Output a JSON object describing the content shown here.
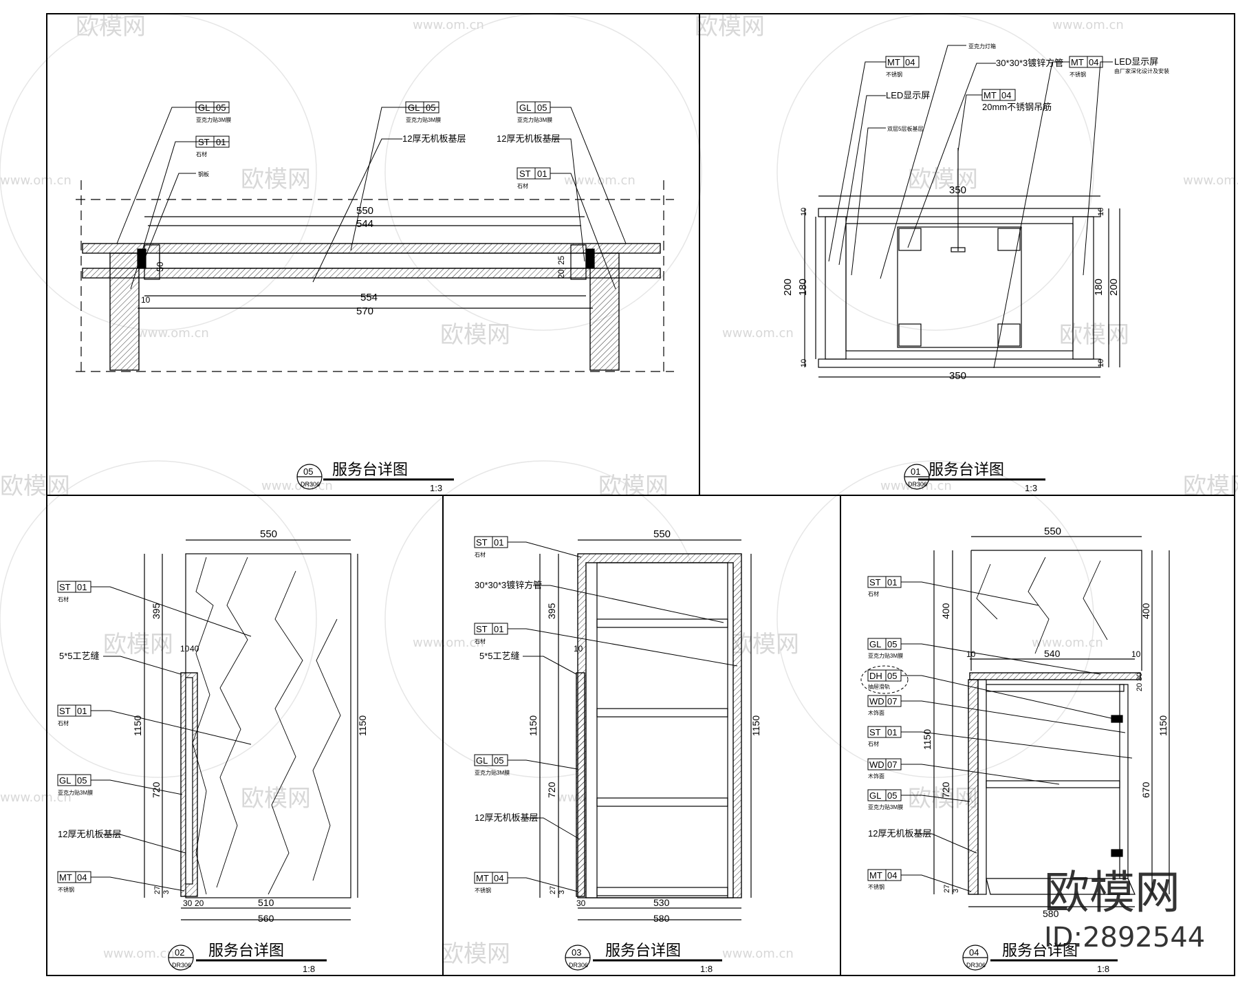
{
  "watermark": {
    "site": "www.om.cn",
    "brand": "欧模网"
  },
  "stamp": {
    "brand": "欧模网",
    "id": "ID:2892544"
  },
  "views": {
    "v05": {
      "title": "服务台详图",
      "num": "05",
      "sheet": "DR306",
      "scale": "1:3",
      "tags": {
        "gl_a": "GL",
        "gl_a2": "05",
        "gl_b": "GL",
        "gl_b2": "05",
        "gl_c": "GL",
        "gl_c2": "05",
        "st_a": "ST",
        "st_a2": "01",
        "st_b": "ST",
        "st_b2": "01"
      },
      "notes": {
        "gl_a": "亚克力贴3M膜",
        "gl_b": "亚克力贴3M膜",
        "gl_c": "亚克力贴3M膜",
        "st_a": "石材",
        "st_b": "石材",
        "steel": "钢板",
        "board_a": "12厚无机板基层",
        "board_b": "12厚无机板基层"
      },
      "dims": {
        "d550": "550",
        "d544": "544",
        "d554": "554",
        "d570": "570",
        "d50": "50",
        "d25": "25",
        "d20": "20",
        "d10": "10"
      }
    },
    "v01": {
      "title": "服务台详图",
      "num": "01",
      "sheet": "DR306",
      "scale": "1:3",
      "tags": {
        "mt_a": "MT",
        "mt_a2": "04",
        "mt_b": "MT",
        "mt_b2": "04",
        "mt_c": "MT",
        "mt_c2": "04"
      },
      "notes": {
        "mt_a": "不锈钢",
        "mt_b": "不锈钢",
        "led_a": "LED显示屏",
        "led_b": "LED显示屏",
        "led_b2": "由厂家深化设计及安装",
        "top": "亚克力灯箱",
        "tube": "30*30*3镀锌方管",
        "sub": "20mm不锈钢吊筋",
        "layer": "双层5层板基层"
      },
      "dims": {
        "w350a": "350",
        "w350b": "350",
        "h200a": "200",
        "h180a": "180",
        "h180b": "180",
        "h200b": "200",
        "h10a": "10",
        "h10b": "10",
        "h10c": "10",
        "h10d": "10"
      }
    },
    "v02": {
      "title": "服务台详图",
      "num": "02",
      "sheet": "DR306",
      "scale": "1:8",
      "tags": {
        "st_a": "ST",
        "st_a2": "01",
        "st_b": "ST",
        "st_b2": "01",
        "gl": "GL",
        "gl2": "05",
        "mt": "MT",
        "mt2": "04"
      },
      "notes": {
        "st_a": "石材",
        "st_b": "石材",
        "gl": "亚克力贴3M膜",
        "groove": "5*5工艺缝",
        "board": "12厚无机板基层",
        "mt": "不锈钢"
      },
      "dims": {
        "w550": "550",
        "h395": "395",
        "h1150a": "1150",
        "h1150b": "1150",
        "h720": "720",
        "w560": "560",
        "w510": "510",
        "w30": "30",
        "w20": "20",
        "w10": "10",
        "w40": "40",
        "h27": "27",
        "h3": "3"
      }
    },
    "v03": {
      "title": "服务台详图",
      "num": "03",
      "sheet": "DR306",
      "scale": "1:8",
      "tags": {
        "st_a": "ST",
        "st_a2": "01",
        "st_b": "ST",
        "st_b2": "01",
        "gl": "GL",
        "gl2": "05",
        "mt": "MT",
        "mt2": "04"
      },
      "notes": {
        "st_a": "石材",
        "st_b": "石材",
        "tube": "30*30*3镀锌方管",
        "groove": "5*5工艺缝",
        "gl": "亚克力贴3M膜",
        "board": "12厚无机板基层",
        "mt": "不锈钢"
      },
      "dims": {
        "w550": "550",
        "h395": "395",
        "h1150a": "1150",
        "h1150b": "1150",
        "h720": "720",
        "w530": "530",
        "w580": "580",
        "w30": "30",
        "w10": "10",
        "h27": "27",
        "h3": "3"
      }
    },
    "v04": {
      "title": "服务台详图",
      "num": "04",
      "sheet": "DR306",
      "scale": "1:8",
      "tags": {
        "st_a": "ST",
        "st_a2": "01",
        "gl_a": "GL",
        "gl_a2": "05",
        "dh": "DH",
        "dh2": "05",
        "wd_a": "WD",
        "wd_a2": "07",
        "st_b": "ST",
        "st_b2": "01",
        "wd_b": "WD",
        "wd_b2": "07",
        "gl_b": "GL",
        "gl_b2": "05",
        "mt": "MT",
        "mt2": "04"
      },
      "notes": {
        "st_a": "石材",
        "gl_a": "亚克力贴3M膜",
        "dh": "抽屉滑轨",
        "wd_a": "木饰面",
        "st_b": "石材",
        "wd_b": "木饰面",
        "gl_b": "亚克力贴3M膜",
        "board": "12厚无机板基层",
        "mt": "不锈钢"
      },
      "dims": {
        "w550": "550",
        "w540": "540",
        "w580": "580",
        "h400a": "400",
        "h400b": "400",
        "h1150a": "1150",
        "h1150b": "1150",
        "h720": "720",
        "h670": "670",
        "h30": "30",
        "h20": "20",
        "h27": "27",
        "h3": "3",
        "w10a": "10",
        "w10b": "10"
      }
    }
  }
}
